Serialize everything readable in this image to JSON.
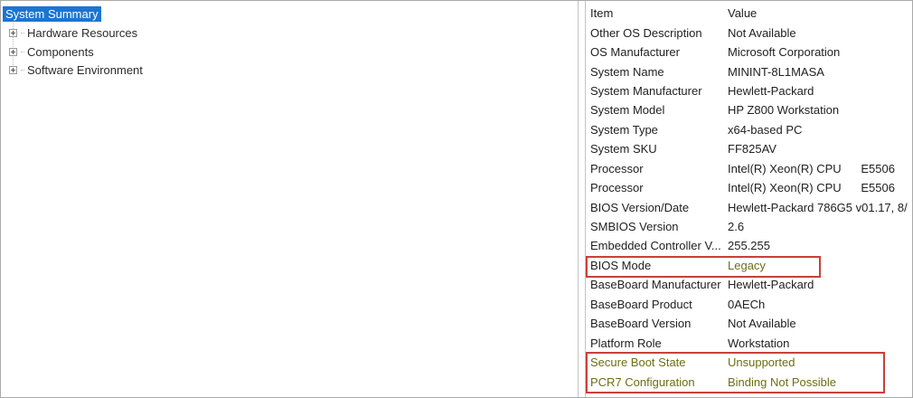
{
  "colors": {
    "selection_bg": "#1a75d2",
    "annotation_red": "#c9403a",
    "highlight_text": "#6e6e14"
  },
  "tree": {
    "selected_item": "System Summary",
    "items": [
      {
        "label": "System Summary",
        "selected": true,
        "expandable": false
      },
      {
        "label": "Hardware Resources",
        "selected": false,
        "expandable": true
      },
      {
        "label": "Components",
        "selected": false,
        "expandable": true
      },
      {
        "label": "Software Environment",
        "selected": false,
        "expandable": true
      }
    ]
  },
  "details": {
    "columns": {
      "item": "Item",
      "value": "Value"
    },
    "rows": [
      {
        "item": "Other OS Description",
        "value": "Not Available"
      },
      {
        "item": "OS Manufacturer",
        "value": "Microsoft Corporation"
      },
      {
        "item": "System Name",
        "value": "MININT-8L1MASA"
      },
      {
        "item": "System Manufacturer",
        "value": "Hewlett-Packard"
      },
      {
        "item": "System Model",
        "value": "HP Z800 Workstation"
      },
      {
        "item": "System Type",
        "value": "x64-based PC"
      },
      {
        "item": "System SKU",
        "value": "FF825AV"
      },
      {
        "item": "Processor",
        "value": "Intel(R) Xeon(R) CPU      E5506"
      },
      {
        "item": "Processor",
        "value": "Intel(R) Xeon(R) CPU      E5506"
      },
      {
        "item": "BIOS Version/Date",
        "value": "Hewlett-Packard 786G5 v01.17, 8/"
      },
      {
        "item": "SMBIOS Version",
        "value": "2.6"
      },
      {
        "item": "Embedded Controller V...",
        "value": "255.255"
      },
      {
        "item": "BIOS Mode",
        "value": "Legacy"
      },
      {
        "item": "BaseBoard Manufacturer",
        "value": "Hewlett-Packard"
      },
      {
        "item": "BaseBoard Product",
        "value": "0AECh"
      },
      {
        "item": "BaseBoard Version",
        "value": "Not Available"
      },
      {
        "item": "Platform Role",
        "value": "Workstation"
      },
      {
        "item": "Secure Boot State",
        "value": "Unsupported"
      },
      {
        "item": "PCR7 Configuration",
        "value": "Binding Not Possible"
      }
    ],
    "annotations": [
      {
        "target": "BIOS Mode"
      },
      {
        "target": "Secure Boot State / PCR7 Configuration"
      }
    ]
  }
}
